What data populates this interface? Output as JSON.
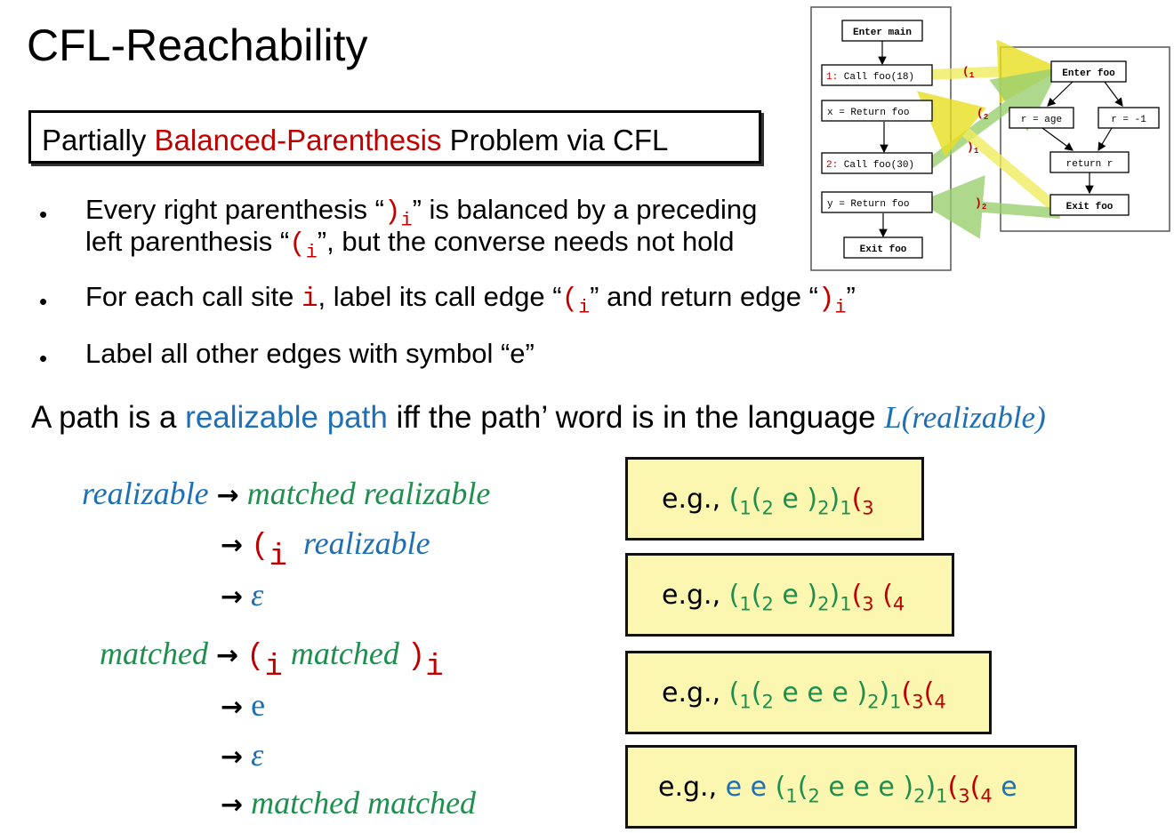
{
  "title": "CFL-Reachability",
  "subtitle": {
    "part1": "Partially ",
    "highlight": "Balanced-Parenthesis",
    "part2": " Problem via CFL"
  },
  "bullets": {
    "b1_l1_a": "Every right parenthesis “",
    "b1_l1_sym": ")",
    "b1_l1_sub": "i",
    "b1_l1_b": "” is balanced by a preceding",
    "b1_l2_a": "left parenthesis “",
    "b1_l2_sym": "(",
    "b1_l2_sub": "i",
    "b1_l2_b": "”, but the converse needs not hold",
    "b2_a": "For each call site ",
    "b2_i": "i",
    "b2_b": ", label its call edge “",
    "b2_sym1": "(",
    "b2_sub1": "i",
    "b2_c": "” and return edge “",
    "b2_sym2": ")",
    "b2_sub2": "i",
    "b2_d": "”",
    "b3": "Label all other edges with symbol “e”",
    "dot": "•"
  },
  "headline": {
    "a": "A path is a ",
    "highlight": "realizable path",
    "b": " iff the path’ word is in the language ",
    "lang": "L(realizable)"
  },
  "grammar": {
    "arrow": "→",
    "realizable": "realizable",
    "matched": "matched",
    "matched_realizable": "matched  realizable",
    "open": "(",
    "close": ")",
    "sub_i": "i",
    "epsilon": "ε",
    "e": "e",
    "matched_matched": "matched matched"
  },
  "examples": [
    {
      "eg": "e.g., ",
      "s1": "(",
      "n1": "1",
      "s2": "(",
      "n2": "2",
      "e": " e ",
      "s3": ")",
      "n3": "2",
      "s4": ")",
      "n4": "1",
      "s5": "(",
      "n5": "3"
    },
    {
      "eg": "e.g., ",
      "s1": "(",
      "n1": "1",
      "s2": "(",
      "n2": "2",
      "e": " e ",
      "s3": ")",
      "n3": "2",
      "s4": ")",
      "n4": "1",
      "s5": "(",
      "n5": "3",
      "s6": " (",
      "n6": "4"
    },
    {
      "eg": "e.g., ",
      "s1": "(",
      "n1": "1",
      "s2": "(",
      "n2": "2",
      "e": " e e e  ",
      "s3": ")",
      "n3": "2",
      "s4": ")",
      "n4": "1",
      "s5": "(",
      "n5": "3",
      "s6": "(",
      "n6": "4"
    },
    {
      "eg": "e.g., ",
      "pre": "e e ",
      "s1": "(",
      "n1": "1",
      "s2": "(",
      "n2": "2",
      "e": " e e e  ",
      "s3": ")",
      "n3": "2",
      "s4": ")",
      "n4": "1",
      "s5": "(",
      "n5": "3",
      "s6": "(",
      "n6": "4",
      "post": " e"
    }
  ],
  "diagram": {
    "enter_main": "Enter main",
    "call1_label": "1:",
    "call1_text": " Call foo(18)",
    "ret1": "x = Return foo",
    "call2_label": "2:",
    "call2_text": " Call foo(30)",
    "ret2": "y = Return foo",
    "exit_main": "Exit foo",
    "enter_foo": "Enter foo",
    "r_age": "r = age",
    "r_neg": "r = -1",
    "return_r": "return r",
    "exit_foo": "Exit foo",
    "edge_open1": "(",
    "edge_open1_sub": "1",
    "edge_open2": "(",
    "edge_open2_sub": "2",
    "edge_close1": ")",
    "edge_close1_sub": "1",
    "edge_close2": ")",
    "edge_close2_sub": "2"
  }
}
